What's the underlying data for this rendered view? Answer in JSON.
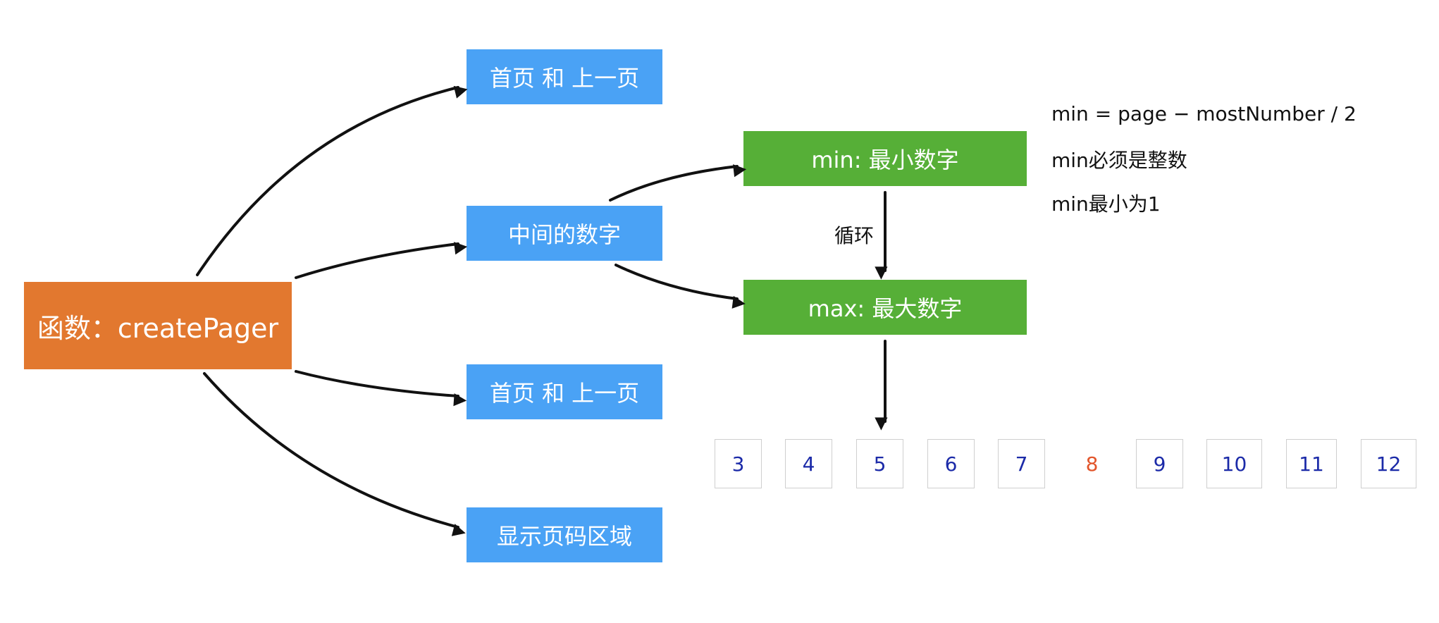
{
  "root": {
    "label": "函数：createPager",
    "color": "#E2782F"
  },
  "branches": [
    {
      "label": "首页 和 上一页"
    },
    {
      "label": "中间的数字"
    },
    {
      "label": "首页 和 上一页"
    },
    {
      "label": "显示页码区域"
    }
  ],
  "middle": {
    "min_label": "min: 最小数字",
    "max_label": "max: 最大数字",
    "loop_label": "循环"
  },
  "notes": [
    "min = page − mostNumber / 2",
    "min必须是整数",
    "min最小为1"
  ],
  "pages": {
    "numbers": [
      "3",
      "4",
      "5",
      "6",
      "7",
      "8",
      "9",
      "10",
      "11",
      "12"
    ],
    "current": "8"
  },
  "colors": {
    "root": "#E2782F",
    "branch": "#4AA2F5",
    "minmax": "#56AF37",
    "current_page": "#E2552B",
    "page_number": "#1B2AA8"
  }
}
